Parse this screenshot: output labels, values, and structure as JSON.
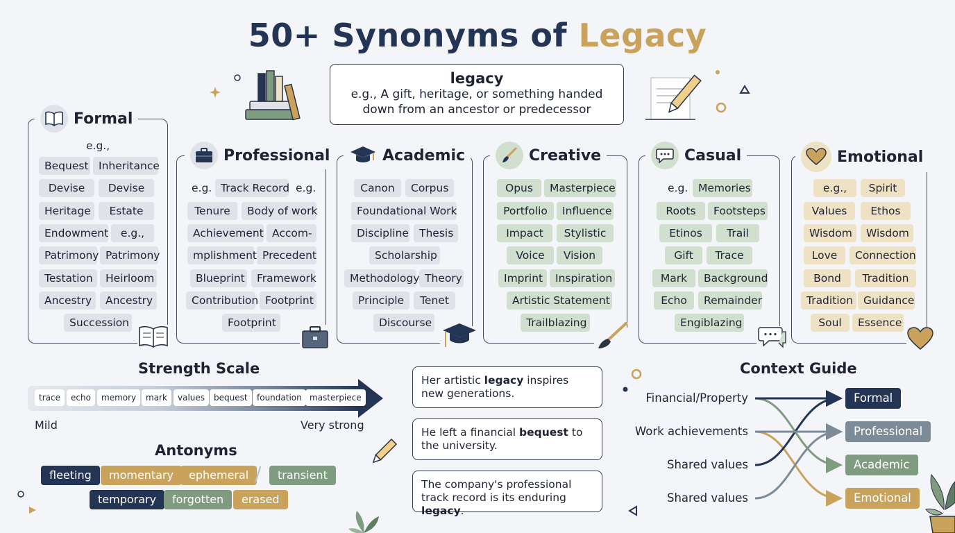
{
  "title": {
    "main": "50+ Synonyms of ",
    "accent": "Legacy"
  },
  "definition": {
    "word": "legacy",
    "text": "e.g., A gift, heritage, or something handed down from an ancestor or predecessor"
  },
  "categories": {
    "formal": {
      "title": "Formal",
      "chips": [
        "e.g.,",
        "Bequest",
        "Inheritance",
        "Devise",
        "Devise",
        "Heritage",
        "Estate",
        "Endowment",
        "e.g.,",
        "Patrimony",
        "Patrimony",
        "Testation",
        "Heirloom",
        "Ancestry",
        "Ancestry",
        "Succession"
      ]
    },
    "professional": {
      "title": "Professional",
      "chips": [
        "e.g.",
        "Track Record",
        "e.g.",
        "Tenure",
        "Body of work",
        "Achievement",
        "Accom-",
        "mplishment",
        "Precedent",
        "Blueprint",
        "Framework",
        "Contribution",
        "Footprint",
        "Footprint"
      ]
    },
    "academic": {
      "title": "Academic",
      "chips": [
        "Canon",
        "Corpus",
        "Foundational Work",
        "Discipline",
        "Thesis",
        "Scholarship",
        "Methodology",
        "Theory",
        "Principle",
        "Tenet",
        "Discourse"
      ]
    },
    "creative": {
      "title": "Creative",
      "chips": [
        "Opus",
        "Masterpiece",
        "Portfolio",
        "Influence",
        "Impact",
        "Stylistic",
        "Voice",
        "Vision",
        "Imprint",
        "Inspiration",
        "Artistic Statement",
        "Trailblazing"
      ]
    },
    "casual": {
      "title": "Casual",
      "chips": [
        "e.g.",
        "Memories",
        "Roots",
        "Footsteps",
        "Etinos",
        "Trail",
        "Gift",
        "Trace",
        "Mark",
        "Background",
        "Echo",
        "Remainder",
        "Engiblazing"
      ]
    },
    "emotional": {
      "title": "Emotional",
      "chips": [
        "e.g.,",
        "Spirit",
        "Values",
        "Ethos",
        "Wisdom",
        "Wisdom",
        "Love",
        "Connection",
        "Bond",
        "Tradition",
        "Tradition",
        "Guidance",
        "Soul",
        "Essence"
      ]
    }
  },
  "strength_scale": {
    "title": "Strength Scale",
    "items": [
      "trace",
      "echo",
      "memory",
      "mark",
      "values",
      "bequest",
      "foundation",
      "masterpiece"
    ],
    "min_label": "Mild",
    "max_label": "Very strong"
  },
  "antonyms": {
    "title": "Antonyms",
    "separator": "/",
    "row1": [
      "fleeting",
      "momentary",
      "ephemeral",
      "transient"
    ],
    "row2": [
      "temporary",
      "forgotten",
      "erased"
    ]
  },
  "examples": [
    {
      "before": "Her artistic ",
      "bold": "legacy",
      "after": " inspires new generations."
    },
    {
      "before": "He left a financial ",
      "bold": "bequest",
      "after": " to the university."
    },
    {
      "before": "The company's professional track record is its enduring ",
      "bold": "legacy",
      "after": "."
    }
  ],
  "context_guide": {
    "title": "Context Guide",
    "contexts": [
      "Financial/Property",
      "Work achievements",
      "Shared values",
      "Shared values"
    ],
    "targets": [
      "Formal",
      "Professional",
      "Academic",
      "Emotional"
    ]
  },
  "colors": {
    "navy": "#233454",
    "sand": "#c9a25c",
    "green": "#7f9b80",
    "slate": "#7d8b98",
    "chip_gray": "#dfe2e8",
    "chip_green": "#d0dfce",
    "chip_sand": "#efe1c4"
  },
  "icons": {
    "formal": "open-book-icon",
    "professional": "briefcase-icon",
    "academic": "graduation-cap-icon",
    "creative": "paintbrush-icon",
    "casual": "speech-bubble-icon",
    "emotional": "heart-icon"
  }
}
